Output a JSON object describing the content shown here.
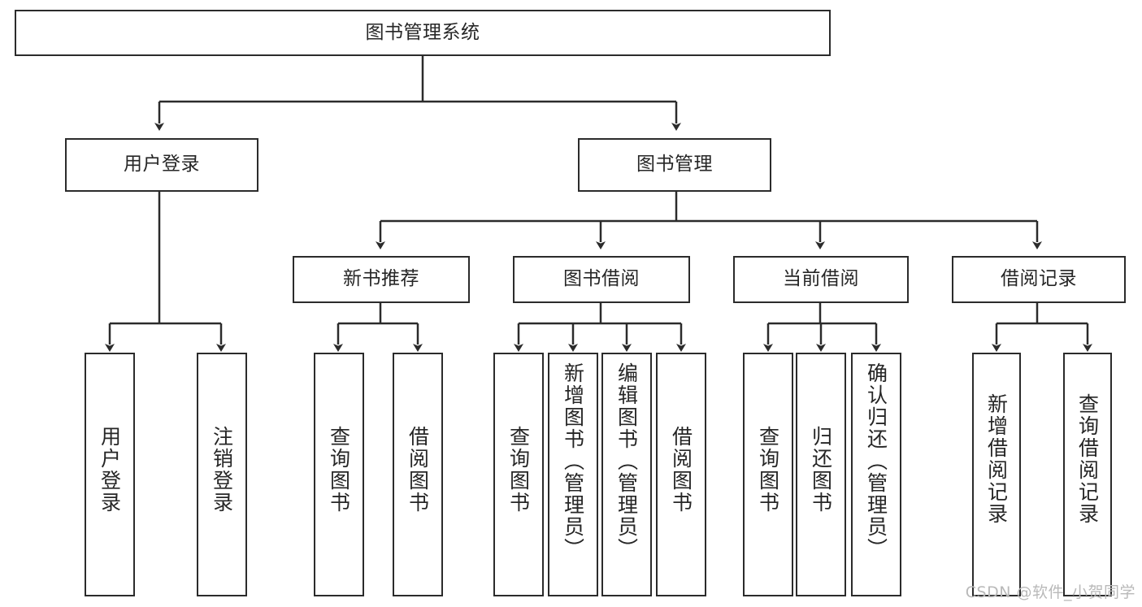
{
  "diagram": {
    "title": "图书管理系统",
    "type": "tree-hierarchy-diagram",
    "colors": {
      "box_border": "#2b2b2b",
      "box_fill": "#ffffff",
      "edge": "#2b2b2b",
      "text": "#262626",
      "watermark": "#b9b9b9",
      "background": "#ffffff"
    },
    "root": {
      "label": "图书管理系统"
    },
    "level2": [
      {
        "label": "用户登录"
      },
      {
        "label": "图书管理"
      }
    ],
    "level3": [
      {
        "label": "新书推荐"
      },
      {
        "label": "图书借阅"
      },
      {
        "label": "当前借阅"
      },
      {
        "label": "借阅记录"
      }
    ],
    "leaves": {
      "user_login": [
        {
          "label": "用户登录"
        },
        {
          "label": "注销登录"
        }
      ],
      "new_book_recommend": [
        {
          "label": "查询图书"
        },
        {
          "label": "借阅图书"
        }
      ],
      "book_borrow": [
        {
          "label": "查询图书"
        },
        {
          "label": "新增图书（管理员）"
        },
        {
          "label": "编辑图书（管理员）"
        },
        {
          "label": "借阅图书"
        }
      ],
      "current_borrow": [
        {
          "label": "查询图书"
        },
        {
          "label": "归还图书"
        },
        {
          "label": "确认归还（管理员）"
        }
      ],
      "borrow_record": [
        {
          "label": "新增借阅记录"
        },
        {
          "label": "查询借阅记录"
        }
      ]
    }
  },
  "watermark": {
    "text": "CSDN @软件_小贺同学"
  }
}
